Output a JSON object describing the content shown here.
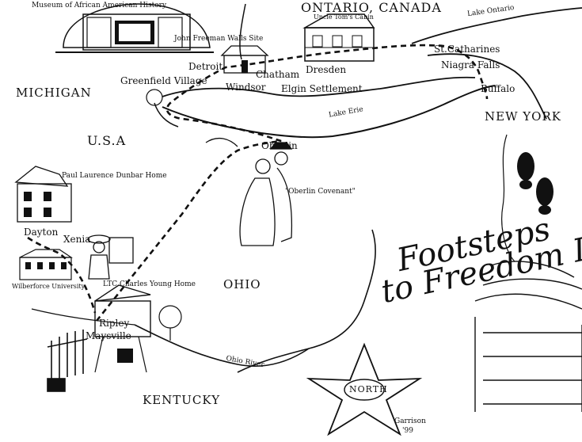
{
  "regions": {
    "ontario": "ONTARIO, CANADA",
    "michigan": "MICHIGAN",
    "usa": "U.S.A",
    "ohio": "OHIO",
    "kentucky": "KENTUCKY",
    "new_york": "NEW YORK"
  },
  "water": {
    "lake_ontario": "Lake Ontario",
    "lake_erie": "Lake Erie",
    "ohio_river": "Ohio River"
  },
  "places": {
    "detroit": "Detroit",
    "windsor": "Windsor",
    "chatham": "Chatham",
    "dresden": "Dresden",
    "elgin": "Elgin Settlement",
    "st_catharines": "St.Catharines",
    "niagara_falls": "Niagra Falls",
    "buffalo": "Buffalo",
    "oberlin": "Oberlin",
    "dayton": "Dayton",
    "xenia": "Xenia",
    "ripley": "Ripley",
    "maysville": "Maysville"
  },
  "landmarks": {
    "museum": "Museum of African American History",
    "uncle_toms_cabin": "Uncle Tom's Cabin",
    "john_freeman_walls": "John Freeman Walls Site",
    "greenfield_village": "Greenfield Village",
    "dunbar_home": "Paul Laurence Dunbar Home",
    "oberlin_covenant": "\"Oberlin Covenant\"",
    "young_home": "LTC Charles Young Home",
    "wilberforce": "Wilberforce University"
  },
  "title": {
    "line1": "Footsteps",
    "line2": "to Freedom II"
  },
  "compass": "NORTH",
  "signature": {
    "name": "Garrison",
    "year": "'99"
  },
  "colors": {
    "ink": "#111111",
    "paper": "#ffffff"
  }
}
